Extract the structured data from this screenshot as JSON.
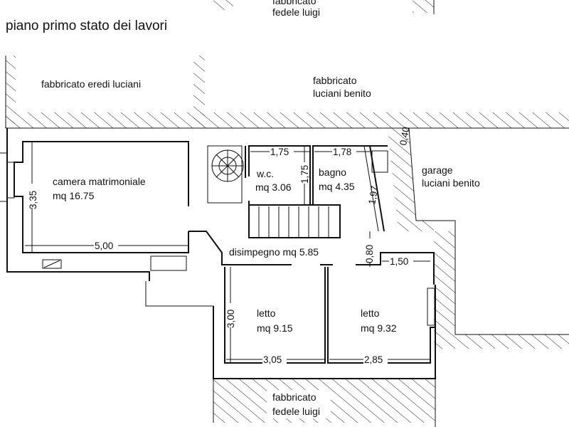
{
  "title": "piano primo stato dei lavori",
  "neighbors": {
    "top_cut": [
      "fabbricato",
      "fedele luigi"
    ],
    "eredi_luciani": "fabbricato eredi luciani",
    "luciani_benito": [
      "fabbricato",
      "luciani benito"
    ],
    "garage": [
      "garage",
      "luciani benito"
    ],
    "bottom": [
      "fabbricato",
      "fedele luigi"
    ]
  },
  "rooms": {
    "camera": {
      "name": "camera matrimoniale",
      "area": "mq 16.75"
    },
    "wc": {
      "name": "w.c.",
      "area": "mq 3.06"
    },
    "bagno": {
      "name": "bagno",
      "area": "mq 4.35"
    },
    "disimpegno": {
      "label": "disimpegno mq 5.85"
    },
    "letto1": {
      "name": "letto",
      "area": "mq 9.15"
    },
    "letto2": {
      "name": "letto",
      "area": "mq 9.32"
    }
  },
  "dimensions": {
    "camera_h": "3,35",
    "camera_w": "5,00",
    "wc_w": "1,75",
    "wc_h": "1,75",
    "bagno_w": "1,78",
    "bagno_diag": "1,97",
    "wall_040": "0,40",
    "passage": "0,80",
    "letto2_top": "1,50",
    "letto1_h": "3,00",
    "letto1_w": "3,05",
    "letto2_w": "2,85"
  }
}
